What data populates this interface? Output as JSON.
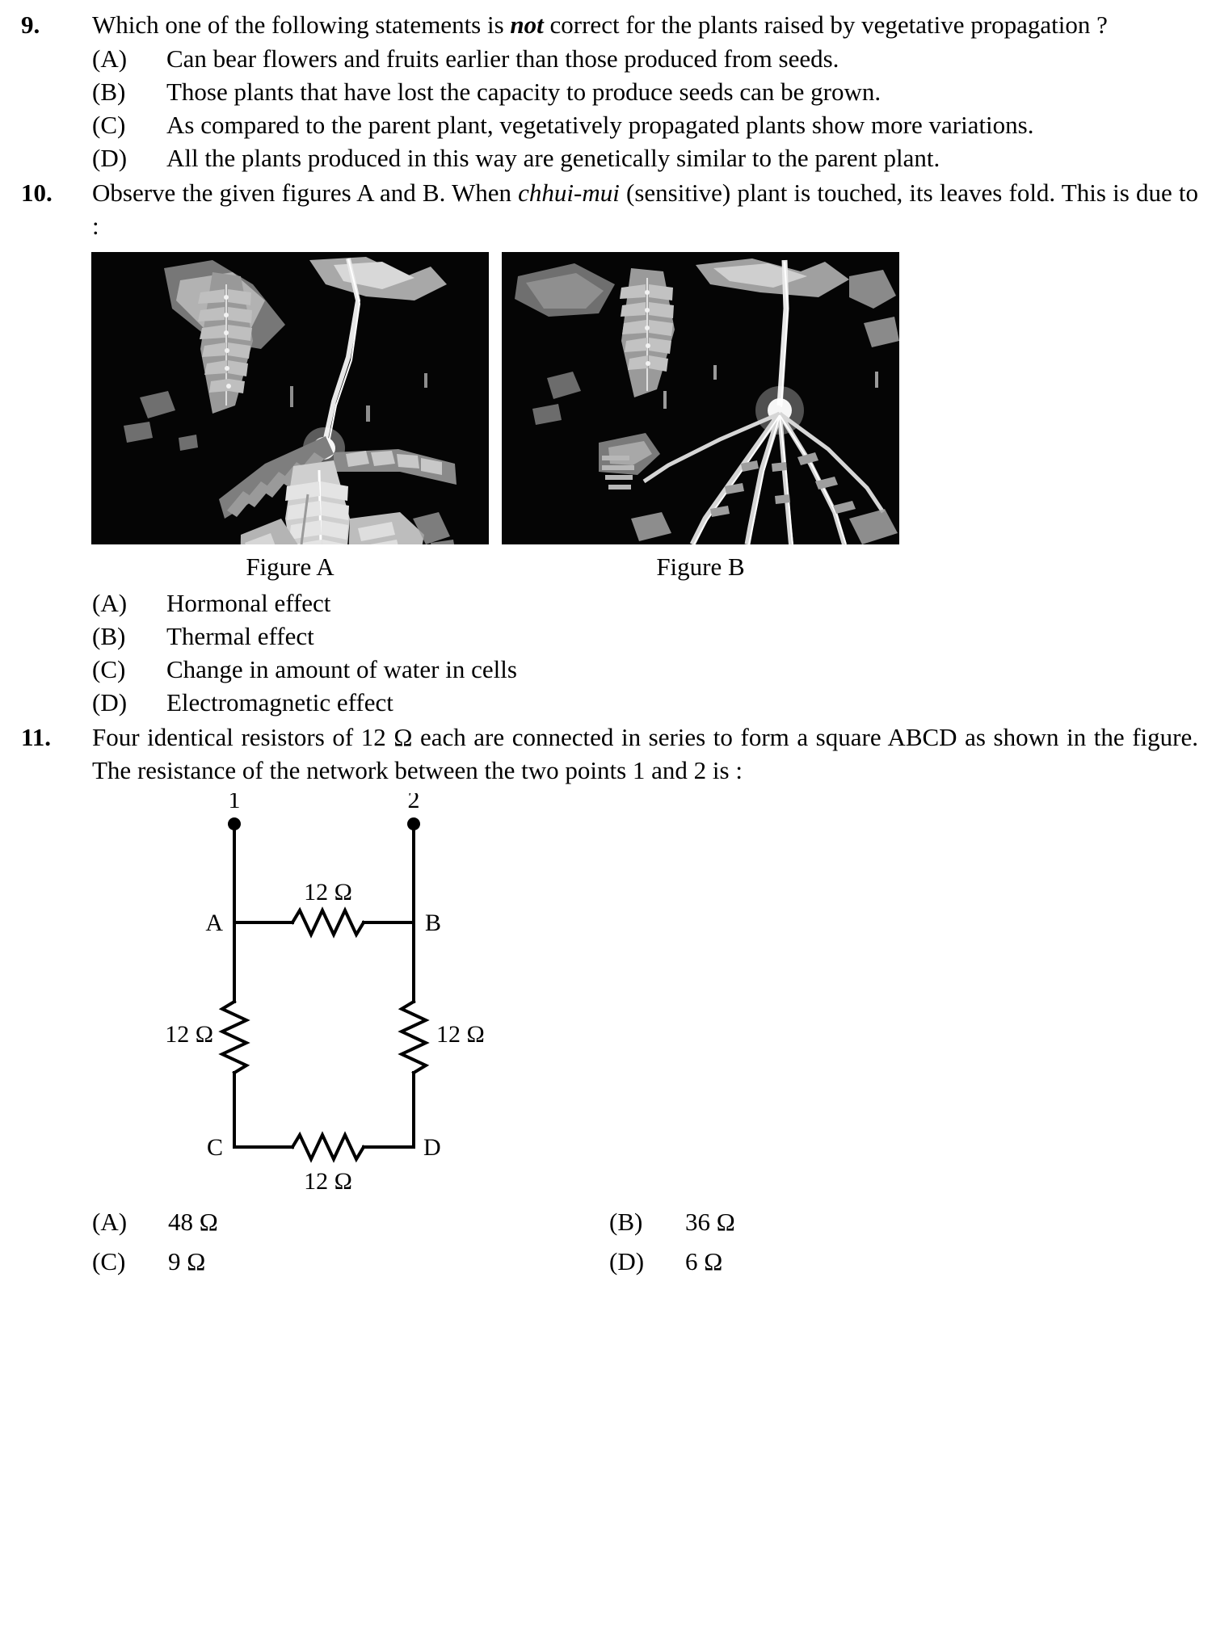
{
  "questions": [
    {
      "number": "9.",
      "stem_parts": [
        {
          "text": "Which one of the following statements is ",
          "style": "normal"
        },
        {
          "text": "not",
          "style": "bold-italic"
        },
        {
          "text": " correct for the plants raised by vegetative propagation ?",
          "style": "normal"
        }
      ],
      "stem_plain": "Which one of the following statements is not correct for the plants raised by vegetative propagation ?",
      "options": [
        {
          "key": "(A)",
          "text": "Can bear flowers and fruits earlier than those produced from seeds."
        },
        {
          "key": "(B)",
          "text": "Those plants that have lost the capacity to produce seeds can be grown."
        },
        {
          "key": "(C)",
          "text": "As compared to the parent plant, vegetatively propagated plants show more variations."
        },
        {
          "key": "(D)",
          "text": "All the plants produced in this way are genetically similar to the parent plant."
        }
      ]
    },
    {
      "number": "10.",
      "stem_parts": [
        {
          "text": "Observe the given figures A and B. When ",
          "style": "normal"
        },
        {
          "text": "chhui-mui",
          "style": "italic"
        },
        {
          "text": " (sensitive) plant is touched, its leaves fold. This is due to :",
          "style": "normal"
        }
      ],
      "stem_plain": "Observe the given figures A and B. When chhui-mui (sensitive) plant is touched, its leaves fold. This is due to :",
      "figures": [
        {
          "caption": "Figure A",
          "alt": "sensitive-plant-leaves-open-photo"
        },
        {
          "caption": "Figure B",
          "alt": "sensitive-plant-leaves-folded-photo"
        }
      ],
      "options": [
        {
          "key": "(A)",
          "text": "Hormonal effect"
        },
        {
          "key": "(B)",
          "text": "Thermal effect"
        },
        {
          "key": "(C)",
          "text": "Change in amount of water in cells"
        },
        {
          "key": "(D)",
          "text": "Electromagnetic effect"
        }
      ]
    },
    {
      "number": "11.",
      "stem_parts": [
        {
          "text": "Four identical resistors of 12 Ω each are connected in series to form a square ABCD as shown in the figure. The resistance of the network between the two points 1 and 2 is :",
          "style": "normal"
        }
      ],
      "stem_plain": "Four identical resistors of 12 Ω each are connected in series to form a square ABCD as shown in the figure. The resistance of the network between the two points 1 and 2 is :",
      "circuit": {
        "terminal_labels": [
          "1",
          "2"
        ],
        "node_labels": [
          "A",
          "B",
          "C",
          "D"
        ],
        "resistor_labels": {
          "top": "12 Ω",
          "left": "12 Ω",
          "right": "12 Ω",
          "bottom": "12 Ω"
        }
      },
      "options_grid": [
        [
          {
            "key": "(A)",
            "value": "48 Ω"
          },
          {
            "key": "(B)",
            "value": "36 Ω"
          }
        ],
        [
          {
            "key": "(C)",
            "value": "9 Ω"
          },
          {
            "key": "(D)",
            "value": "6 Ω"
          }
        ]
      ]
    }
  ]
}
